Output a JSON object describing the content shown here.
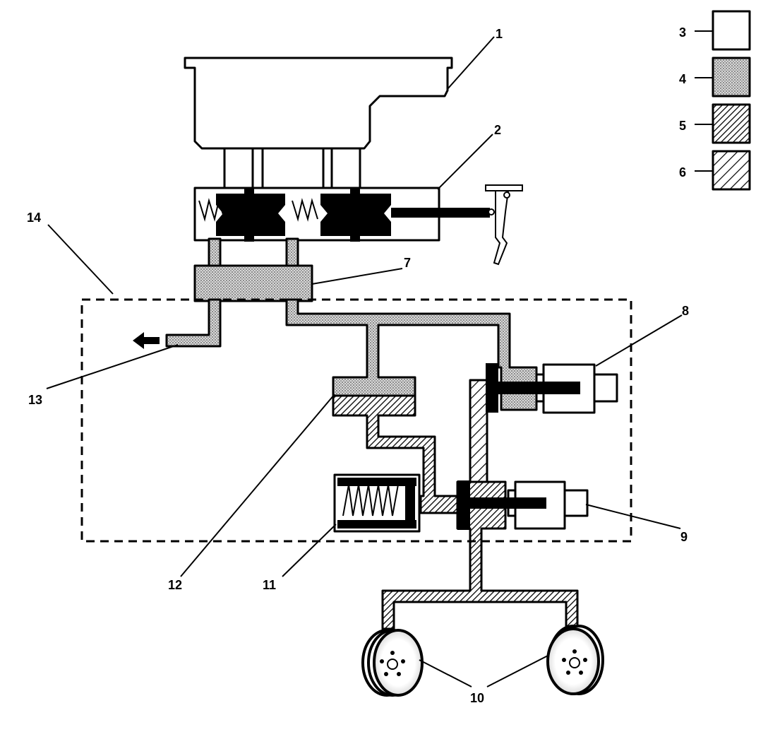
{
  "callouts": {
    "c1": "1",
    "c2": "2",
    "c3": "3",
    "c4": "4",
    "c5": "5",
    "c6": "6",
    "c7": "7",
    "c8": "8",
    "c9": "9",
    "c10": "10",
    "c11": "11",
    "c12": "12",
    "c13": "13",
    "c14": "14"
  },
  "legend": [
    {
      "number": "3",
      "fill": "none"
    },
    {
      "number": "4",
      "fill": "dotted"
    },
    {
      "number": "5",
      "fill": "dense-hatch"
    },
    {
      "number": "6",
      "fill": "wide-hatch"
    }
  ],
  "colors": {
    "ink": "#000000",
    "paper": "#ffffff",
    "dots": "#bdbdbd"
  }
}
